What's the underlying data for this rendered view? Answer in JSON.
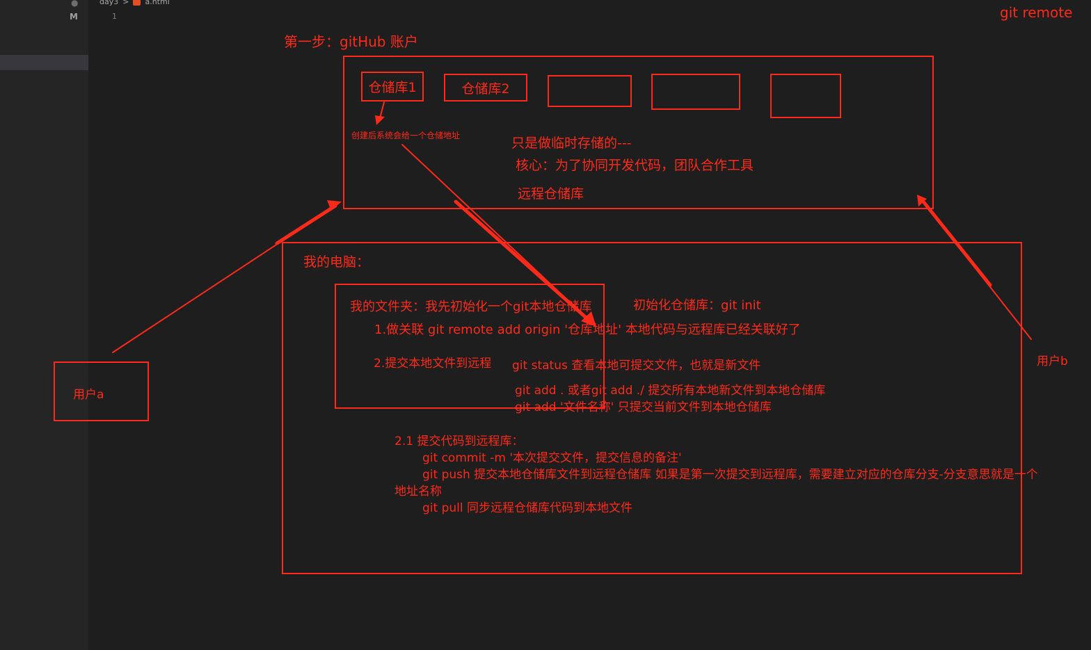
{
  "editor": {
    "breadcrumb_folder": "day3",
    "breadcrumb_separator": ">",
    "breadcrumb_file": "a.html",
    "modified_badge": "M",
    "line_number": "1"
  },
  "annotations": {
    "title_right": "git remote",
    "step1": "第一步：gitHub 账户",
    "repo1": "仓储库1",
    "repo2": "仓储库2",
    "repo_note": "创建后系统会给一个仓储地址",
    "temp_storage": "只是做临时存储的---",
    "core": "核心：为了协同开发代码，团队合作工具",
    "remote_repo": "远程仓储库",
    "my_computer": "我的电脑：",
    "my_folder": "我的文件夹：我先初始化一个git本地仓储库",
    "init_repo": "初始化仓储库：git init",
    "step_link": "1.做关联 git remote add origin '仓库地址'  本地代码与远程库已经关联好了",
    "step_commit_local": "2.提交本地文件到远程",
    "git_status": "git status 查看本地可提交文件，也就是新文件",
    "git_add_all": "git add . 或者git add ./ 提交所有本地新文件到本地仓储库",
    "git_add_file": "git add '文件名称' 只提交当前文件到本地仓储库",
    "step_21": "2.1 提交代码到远程库：",
    "git_commit": "git commit -m '本次提交文件，提交信息的备注'",
    "git_push": "git push 提交本地仓储库文件到远程仓储库  如果是第一次提交到远程库，需要建立对应的仓库分支-分支意思就是一个",
    "git_push_cont": "地址名称",
    "git_pull": "git pull  同步远程仓储库代码到本地文件",
    "user_a": "用户a",
    "user_b": "用户b"
  },
  "colors": {
    "annotation": "#ff2a1a",
    "background": "#1e1e1e",
    "sidebar": "#252526"
  }
}
